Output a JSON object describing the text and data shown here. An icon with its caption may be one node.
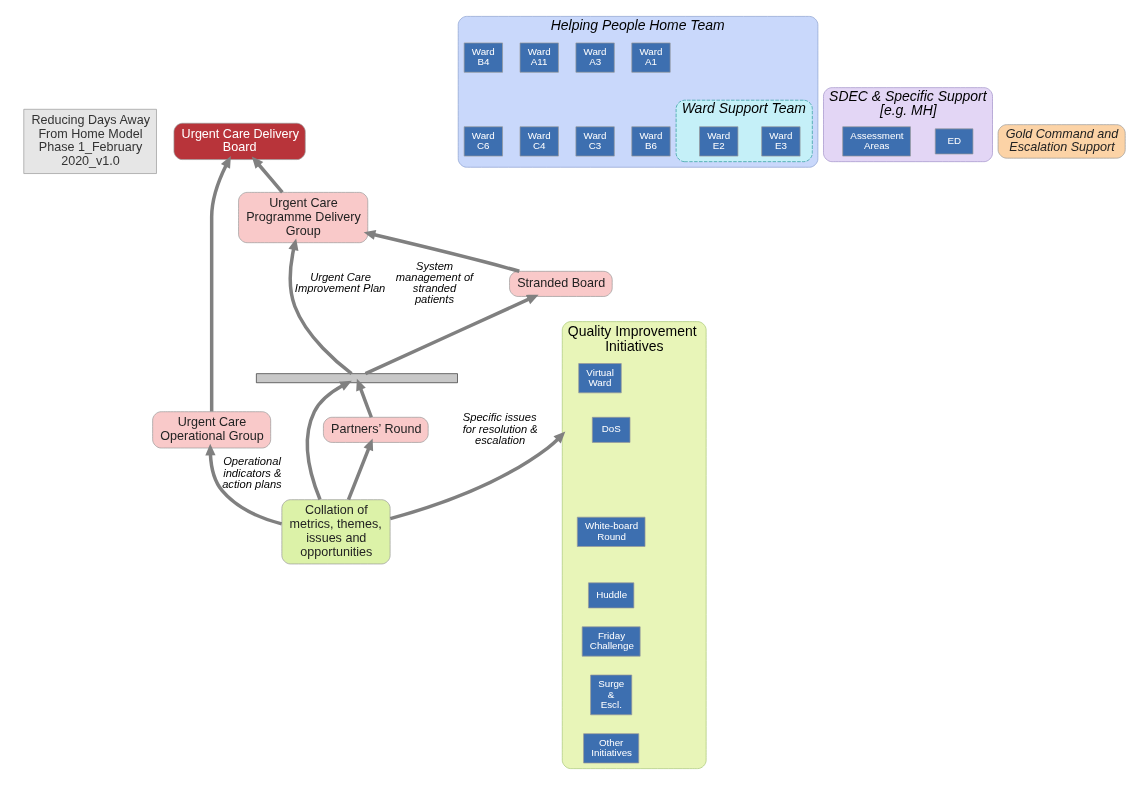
{
  "diagram": {
    "nodes": [
      {
        "text": [
          "Reducing Days Away From Home Model Phase 1_February 2020_v1.0"
        ]
      },
      {
        "text": [
          "Urgent Care Delivery Board"
        ]
      },
      {
        "text": [
          "Urgent Care Programme Delivery Group"
        ]
      },
      {
        "text": [
          "Urgent Care Operational Group"
        ]
      },
      {
        "text": [
          "Stranded Board"
        ],
        "beside": [
          "System management of stranded patients"
        ]
      },
      {
        "text": [],
        "shape": "bar"
      },
      {
        "text": [
          "Partners’ Round"
        ],
        "beside": [
          "Specific issues for resolution & escalation"
        ]
      },
      {
        "text": [
          "Collation of metrics, themes, issues and opportunities"
        ]
      },
      {
        "text": [
          "Quality Improvement  Initiatives"
        ]
      },
      {
        "text": [
          "Virtual Ward"
        ],
        "in": 8
      },
      {
        "text": [
          "DoS"
        ],
        "in": 8
      },
      {
        "text": [
          "White-board Round"
        ],
        "in": 8
      },
      {
        "text": [
          "Huddle"
        ],
        "in": 8
      },
      {
        "text": [
          "Friday Challenge"
        ],
        "in": 8
      },
      {
        "text": [
          "Surge & Escl."
        ],
        "in": 8
      },
      {
        "text": [
          "Other Initiatives"
        ],
        "in": 8
      },
      {
        "text": [
          "Helping People Home Team"
        ]
      },
      {
        "text": [
          "Ward A1"
        ],
        "in": 16
      },
      {
        "text": [
          "Ward A3"
        ],
        "in": 16
      },
      {
        "text": [
          "Ward A11"
        ],
        "in": 16
      },
      {
        "text": [
          "Ward B4"
        ],
        "in": 16
      },
      {
        "text": [
          "Ward B6"
        ],
        "in": 16
      },
      {
        "text": [
          "Ward C3"
        ],
        "in": 16
      },
      {
        "text": [
          "Ward C4"
        ],
        "in": 16
      },
      {
        "text": [
          "Ward C6"
        ],
        "in": 16
      },
      {
        "text": [
          "Ward Support Team"
        ],
        "in": 16
      },
      {
        "text": [
          "Ward E3"
        ],
        "in": 25
      },
      {
        "text": [
          "Ward E2"
        ],
        "in": 25
      },
      {
        "text": [
          "SDEC & Specific Support [e.g. MH]"
        ]
      },
      {
        "text": [
          "ED"
        ],
        "in": 28
      },
      {
        "text": [
          "Assessment Areas"
        ],
        "in": 28
      },
      {
        "text": [
          "Gold Command and Escalation Support"
        ]
      }
    ],
    "edges": [
      {
        "from": 2,
        "to": 1,
        "arrow": "to"
      },
      {
        "from": 3,
        "to": 1,
        "arrow": "to"
      },
      {
        "from": 4,
        "to": 2,
        "arrow": "to"
      },
      {
        "from": 5,
        "to": 4,
        "arrow": "to"
      },
      {
        "from": 5,
        "to": 2,
        "arrow": "to",
        "label": "Urgent Care Improvement Plan"
      },
      {
        "from": 6,
        "to": 5,
        "arrow": "to"
      },
      {
        "from": 7,
        "to": 6,
        "arrow": "to"
      },
      {
        "from": 7,
        "to": 5,
        "arrow": "to"
      },
      {
        "from": 7,
        "to": 3,
        "arrow": "to",
        "label": "Operational indicators & action plans"
      },
      {
        "from": 7,
        "to": 8,
        "arrow": "to"
      }
    ]
  }
}
